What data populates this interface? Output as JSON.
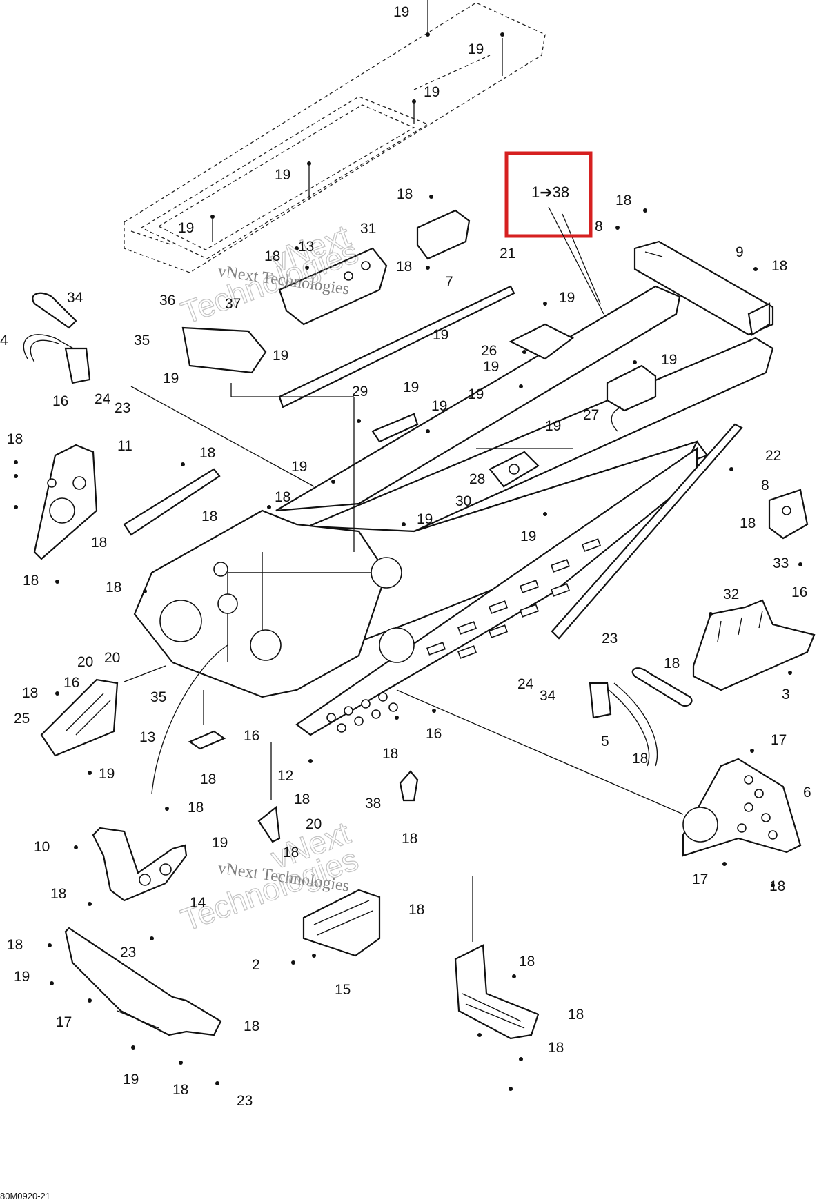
{
  "diagram": {
    "reference_callout": "1➔38",
    "highlight_color": "#d62020",
    "drawing_code": "80M0920-21",
    "watermarks": [
      "vNext Technologies",
      "vNext",
      "Technologies"
    ],
    "callouts": [
      {
        "id": "c-19a",
        "label": "19"
      },
      {
        "id": "c-19b",
        "label": "19"
      },
      {
        "id": "c-19c",
        "label": "19"
      },
      {
        "id": "c-19d",
        "label": "19"
      },
      {
        "id": "c-19e",
        "label": "19"
      },
      {
        "id": "c-18a",
        "label": "18"
      },
      {
        "id": "c-18b",
        "label": "18"
      },
      {
        "id": "c-13a",
        "label": "13"
      },
      {
        "id": "c-18c",
        "label": "18"
      },
      {
        "id": "c-31",
        "label": "31"
      },
      {
        "id": "c-7",
        "label": "7"
      },
      {
        "id": "c-21",
        "label": "21"
      },
      {
        "id": "c-18d",
        "label": "18"
      },
      {
        "id": "c-8a",
        "label": "8"
      },
      {
        "id": "c-9",
        "label": "9"
      },
      {
        "id": "c-18e",
        "label": "18"
      },
      {
        "id": "c-34a",
        "label": "34"
      },
      {
        "id": "c-4",
        "label": "4"
      },
      {
        "id": "c-36",
        "label": "36"
      },
      {
        "id": "c-37",
        "label": "37"
      },
      {
        "id": "c-35a",
        "label": "35"
      },
      {
        "id": "c-16a",
        "label": "16"
      },
      {
        "id": "c-24a",
        "label": "24"
      },
      {
        "id": "c-23a",
        "label": "23"
      },
      {
        "id": "c-19f",
        "label": "19"
      },
      {
        "id": "c-19g",
        "label": "19"
      },
      {
        "id": "c-19h",
        "label": "19"
      },
      {
        "id": "c-19i",
        "label": "19"
      },
      {
        "id": "c-26",
        "label": "26"
      },
      {
        "id": "c-19j",
        "label": "19"
      },
      {
        "id": "c-19k",
        "label": "19"
      },
      {
        "id": "c-29",
        "label": "29"
      },
      {
        "id": "c-19l",
        "label": "19"
      },
      {
        "id": "c-19m",
        "label": "19"
      },
      {
        "id": "c-27",
        "label": "27"
      },
      {
        "id": "c-19n",
        "label": "19"
      },
      {
        "id": "c-19o",
        "label": "19"
      },
      {
        "id": "c-22",
        "label": "22"
      },
      {
        "id": "c-18f",
        "label": "18"
      },
      {
        "id": "c-11",
        "label": "11"
      },
      {
        "id": "c-18g",
        "label": "18"
      },
      {
        "id": "c-18h",
        "label": "18"
      },
      {
        "id": "c-18i",
        "label": "18"
      },
      {
        "id": "c-28",
        "label": "28"
      },
      {
        "id": "c-30",
        "label": "30"
      },
      {
        "id": "c-19p",
        "label": "19"
      },
      {
        "id": "c-19q",
        "label": "19"
      },
      {
        "id": "c-19r",
        "label": "19"
      },
      {
        "id": "c-8b",
        "label": "8"
      },
      {
        "id": "c-18j",
        "label": "18"
      },
      {
        "id": "c-33",
        "label": "33"
      },
      {
        "id": "c-18k",
        "label": "18"
      },
      {
        "id": "c-18l",
        "label": "18"
      },
      {
        "id": "c-18m",
        "label": "18"
      },
      {
        "id": "c-32",
        "label": "32"
      },
      {
        "id": "c-16b",
        "label": "16"
      },
      {
        "id": "c-20a",
        "label": "20"
      },
      {
        "id": "c-20b",
        "label": "20"
      },
      {
        "id": "c-16c",
        "label": "16"
      },
      {
        "id": "c-18n",
        "label": "18"
      },
      {
        "id": "c-35b",
        "label": "35"
      },
      {
        "id": "c-23b",
        "label": "23"
      },
      {
        "id": "c-24b",
        "label": "24"
      },
      {
        "id": "c-34b",
        "label": "34"
      },
      {
        "id": "c-18o",
        "label": "18"
      },
      {
        "id": "c-3",
        "label": "3"
      },
      {
        "id": "c-25",
        "label": "25"
      },
      {
        "id": "c-13b",
        "label": "13"
      },
      {
        "id": "c-16d",
        "label": "16"
      },
      {
        "id": "c-18p",
        "label": "18"
      },
      {
        "id": "c-16e",
        "label": "16"
      },
      {
        "id": "c-5",
        "label": "5"
      },
      {
        "id": "c-18q",
        "label": "18"
      },
      {
        "id": "c-17a",
        "label": "17"
      },
      {
        "id": "c-19s",
        "label": "19"
      },
      {
        "id": "c-18r",
        "label": "18"
      },
      {
        "id": "c-12",
        "label": "12"
      },
      {
        "id": "c-6",
        "label": "6"
      },
      {
        "id": "c-38",
        "label": "38"
      },
      {
        "id": "c-18s",
        "label": "18"
      },
      {
        "id": "c-20c",
        "label": "20"
      },
      {
        "id": "c-18t",
        "label": "18"
      },
      {
        "id": "c-10",
        "label": "10"
      },
      {
        "id": "c-19t",
        "label": "19"
      },
      {
        "id": "c-18u",
        "label": "18"
      },
      {
        "id": "c-18v",
        "label": "18"
      },
      {
        "id": "c-18w",
        "label": "18"
      },
      {
        "id": "c-14",
        "label": "14"
      },
      {
        "id": "c-18x",
        "label": "18"
      },
      {
        "id": "c-17b",
        "label": "17"
      },
      {
        "id": "c-18y",
        "label": "18"
      },
      {
        "id": "c-23c",
        "label": "23"
      },
      {
        "id": "c-18z",
        "label": "18"
      },
      {
        "id": "c-19u",
        "label": "19"
      },
      {
        "id": "c-2",
        "label": "2"
      },
      {
        "id": "c-15",
        "label": "15"
      },
      {
        "id": "c-18aa",
        "label": "18"
      },
      {
        "id": "c-17c",
        "label": "17"
      },
      {
        "id": "c-18ab",
        "label": "18"
      },
      {
        "id": "c-18ac",
        "label": "18"
      },
      {
        "id": "c-18ad",
        "label": "18"
      },
      {
        "id": "c-19v",
        "label": "19"
      },
      {
        "id": "c-18ae",
        "label": "18"
      },
      {
        "id": "c-23d",
        "label": "23"
      }
    ]
  }
}
